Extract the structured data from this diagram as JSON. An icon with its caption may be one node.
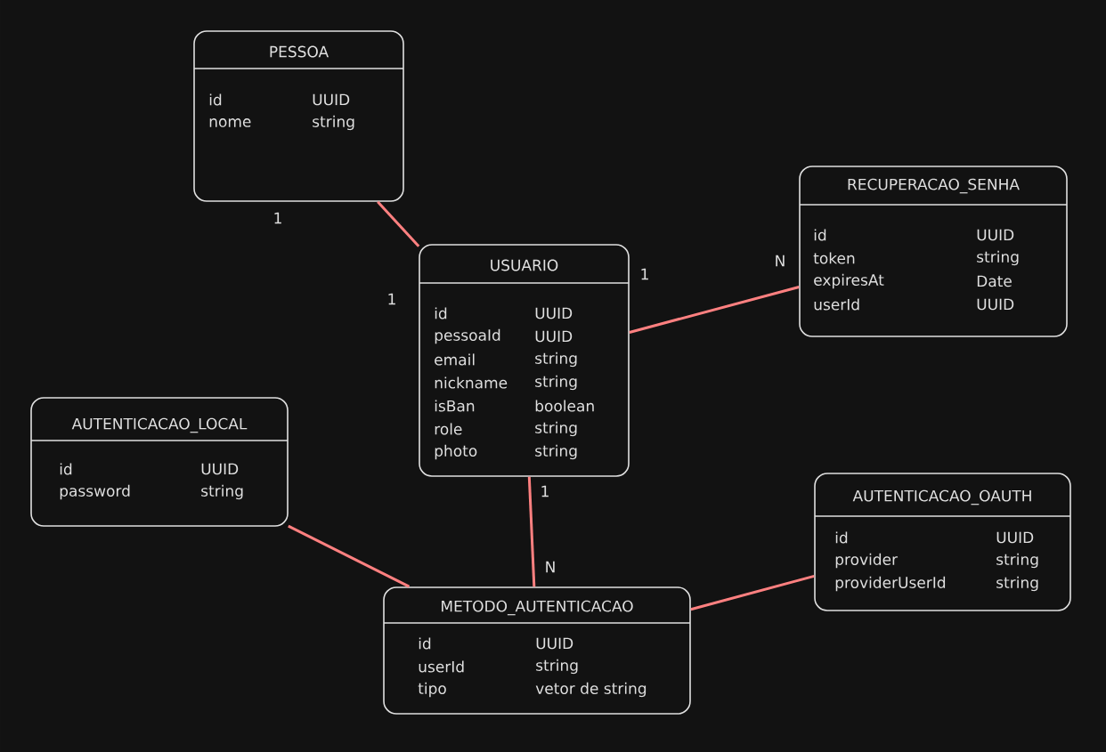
{
  "diagram": {
    "nodes": [
      {
        "text": [
          "PESSOA",
          "id",
          "UUID",
          "nome",
          "string"
        ]
      },
      {
        "text": [
          "RECUPERACAO_SENHA",
          "id",
          "UUID",
          "token",
          "string",
          "expiresAt",
          "Date",
          "userId",
          "UUID"
        ]
      },
      {
        "text": [
          "USUARIO",
          "id",
          "UUID",
          "pessoaId",
          "UUID",
          "email",
          "string",
          "nickname",
          "string",
          "isBan",
          "boolean",
          "role",
          "string",
          "photo",
          "string"
        ]
      },
      {
        "text": [
          "AUTENTICACAO_LOCAL",
          "id",
          "UUID",
          "password",
          "string"
        ]
      },
      {
        "text": [
          "AUTENTICACAO_OAUTH",
          "id",
          "UUID",
          "provider",
          "string",
          "providerUserId",
          "string"
        ]
      },
      {
        "text": [
          "METODO_AUTENTICACAO",
          "id",
          "UUID",
          "userId",
          "string",
          "tipo",
          "vetor de string"
        ]
      }
    ],
    "edges": [
      {
        "from": 0,
        "to": 2,
        "arrow": "none"
      },
      {
        "from": 2,
        "to": 1,
        "arrow": "none"
      },
      {
        "from": 2,
        "to": 5,
        "arrow": "none"
      },
      {
        "from": 3,
        "to": 5,
        "arrow": "none"
      },
      {
        "from": 5,
        "to": 4,
        "arrow": "none"
      }
    ],
    "labels": [
      "1",
      "1",
      "1",
      "N",
      "1",
      "N"
    ]
  }
}
